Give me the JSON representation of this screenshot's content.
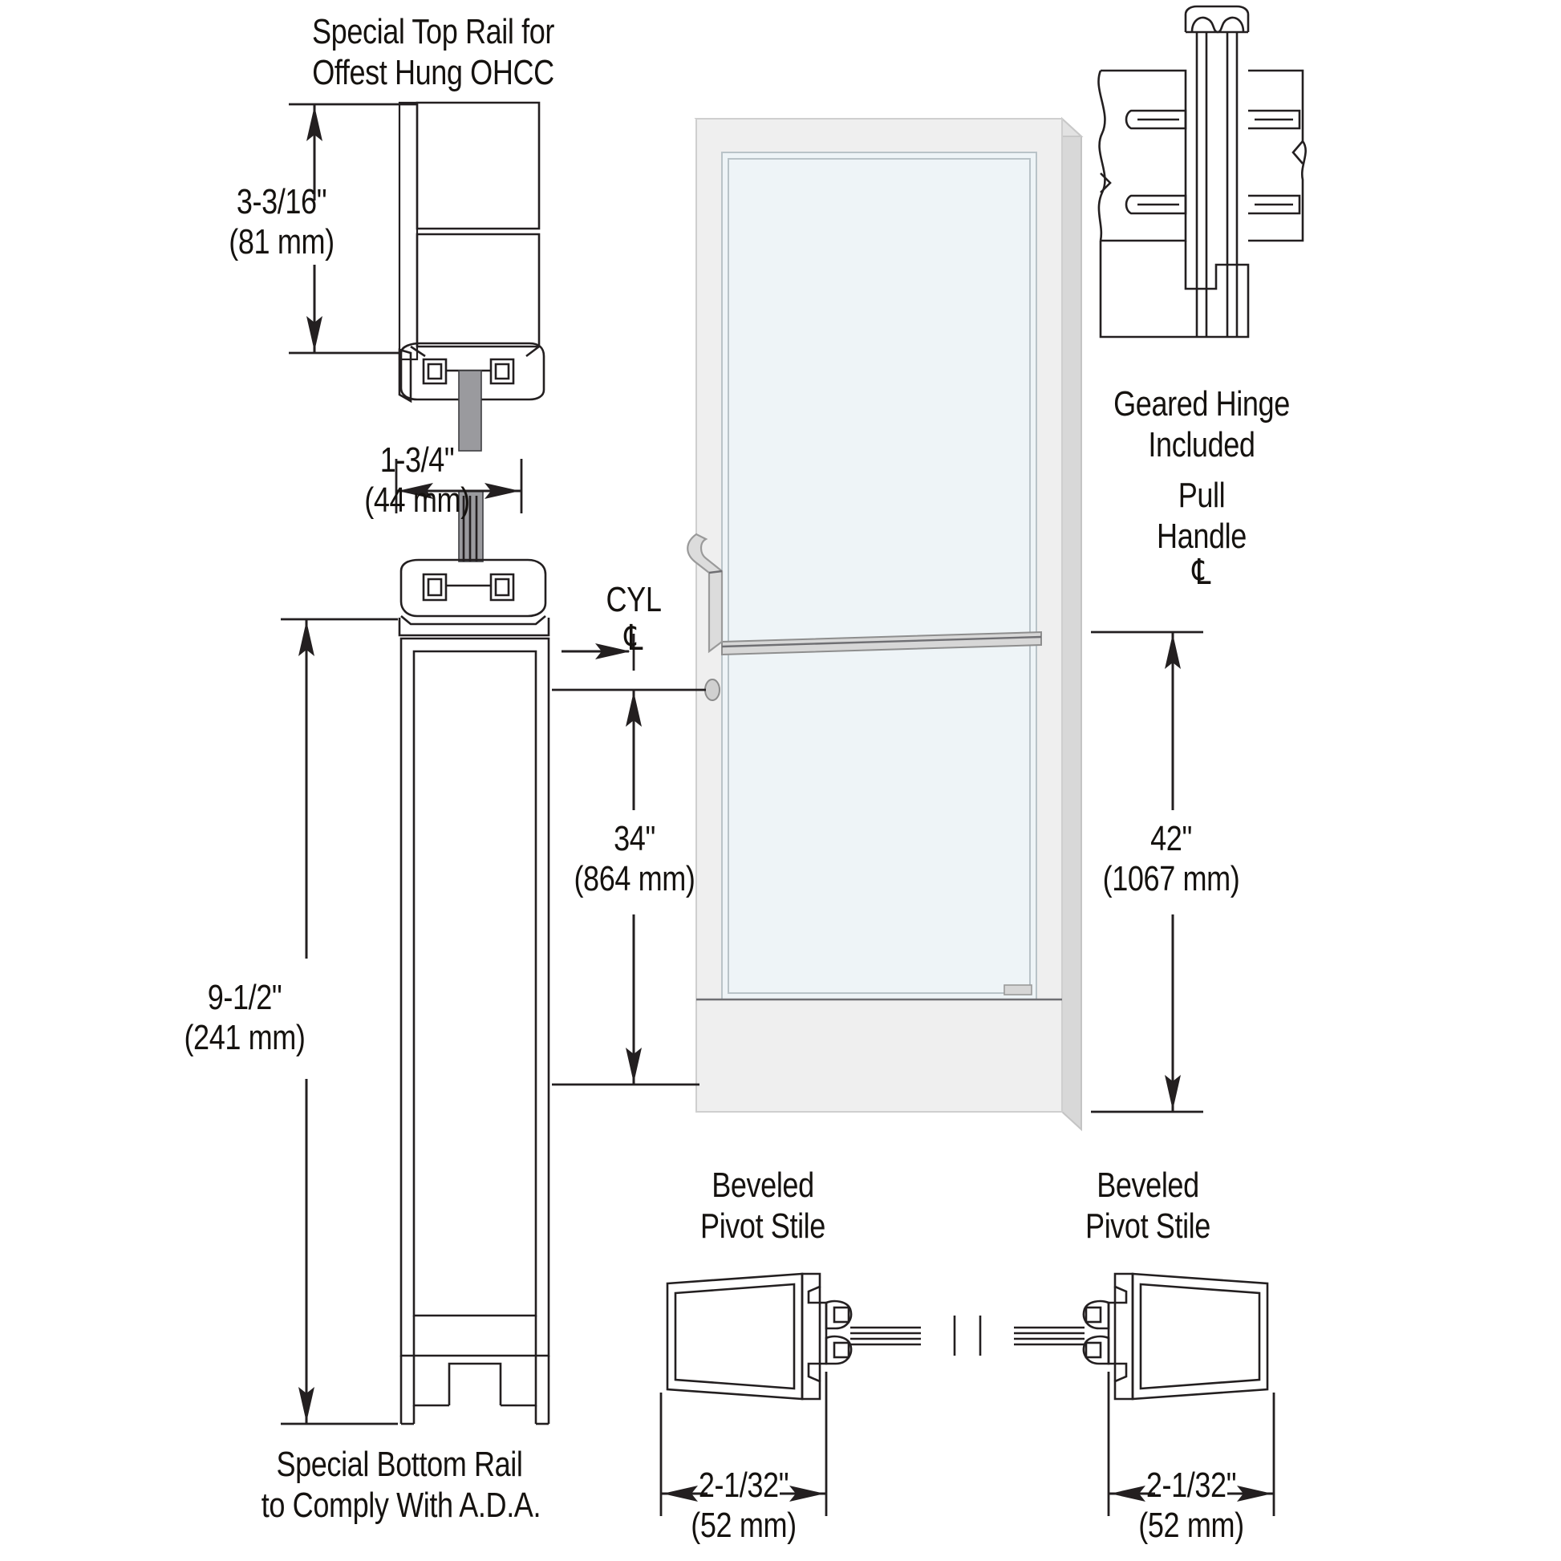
{
  "drawing": {
    "title_top_rail": "Special Top Rail for\nOffest Hung OHCC",
    "caption_bottom_rail": "Special Bottom Rail\nto Comply With A.D.A.",
    "caption_geared_hinge": "Geared Hinge\nIncluded",
    "caption_pull_handle": "Pull\nHandle",
    "caption_beveled_pivot_stile_left": "Beveled\nPivot Stile",
    "caption_beveled_pivot_stile_right": "Beveled\nPivot Stile",
    "label_cyl": "CYL",
    "centerline_symbol": "℄"
  },
  "dimensions": {
    "top_rail_height": {
      "imperial": "3-3/16\"",
      "metric": "(81 mm)"
    },
    "rail_thickness": {
      "imperial": "1-3/4\"",
      "metric": "(44 mm)"
    },
    "bottom_rail_height": {
      "imperial": "9-1/2\"",
      "metric": "(241 mm)"
    },
    "cylinder_centerline_height": {
      "imperial": "34\"",
      "metric": "(864 mm)"
    },
    "pull_handle_centerline_height": {
      "imperial": "42\"",
      "metric": "(1067 mm)"
    },
    "pivot_stile_width_left": {
      "imperial": "2-1/32\"",
      "metric": "(52 mm)"
    },
    "pivot_stile_width_right": {
      "imperial": "2-1/32\"",
      "metric": "(52 mm)"
    }
  },
  "colors": {
    "line": "#231f20",
    "glass": "#eef4f7",
    "door_face": "#efefef",
    "hardware": "#dcdcdc",
    "background": "#ffffff"
  }
}
